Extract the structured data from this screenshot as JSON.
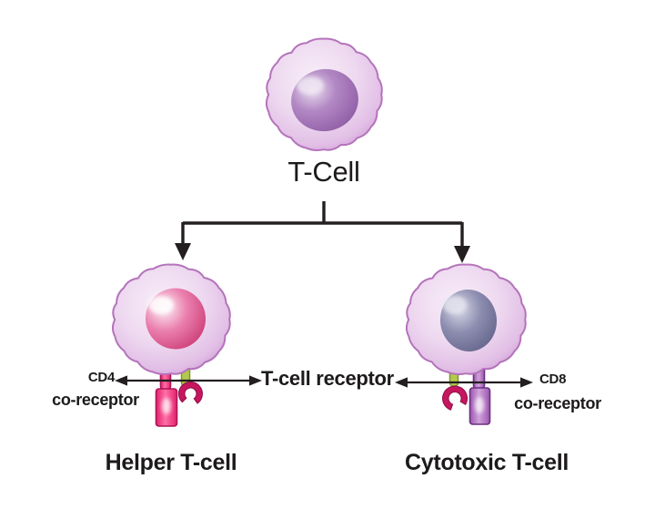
{
  "title": "T-Cell",
  "left_branch": {
    "cell_label": "Helper T-cell",
    "coreceptor_label": "CD4",
    "coreceptor_sub": "co-receptor"
  },
  "right_branch": {
    "cell_label": "Cytotoxic T-cell",
    "coreceptor_label": "CD8",
    "coreceptor_sub": "co-receptor"
  },
  "shared": {
    "receptor_label": "T-cell receptor"
  },
  "colors": {
    "line": "#231f20",
    "membrane_fill": "#eed9f0",
    "membrane_edge": "#cf9bd6",
    "membrane_border": "#b473bb",
    "parent_nucleus": "#8a55a0",
    "helper_nucleus": "#c9356f",
    "cytotoxic_nucleus": "#5f5f87",
    "cd4_receptor": "#e2216d",
    "cd4_border": "#ad1457",
    "cd8_receptor": "#9c56ae",
    "cd8_border": "#6d3180",
    "tcr_stalk": "#b3c94d",
    "tcr_stalk_border": "#7f9430",
    "tcr_crescent": "#c6165f"
  }
}
